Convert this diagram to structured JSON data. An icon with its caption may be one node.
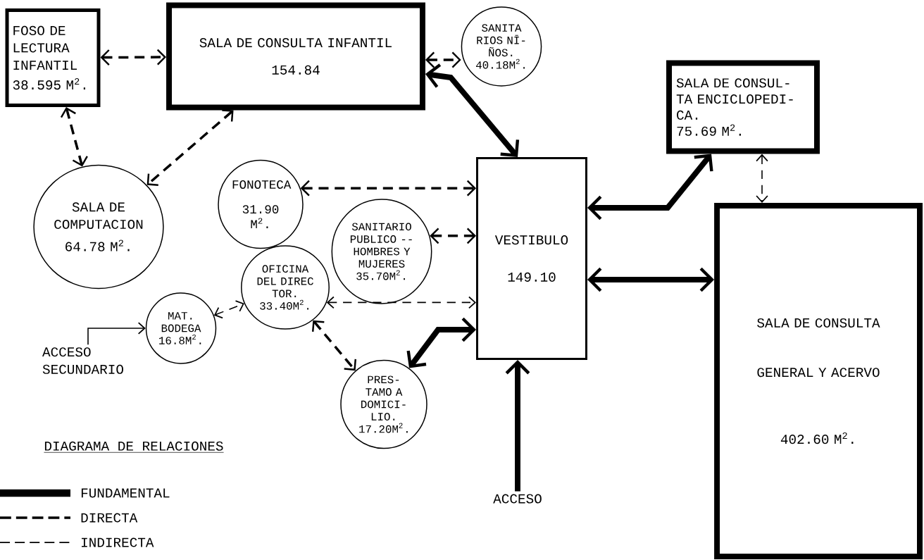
{
  "diagram": {
    "title": "DIAGRAMA DE RELACIONES",
    "nodes": [
      {
        "text": [
          "FOSO DE LECTURA INFANTIL",
          "38.595 M$^{2}$."
        ]
      },
      {
        "text": [
          "SALA DE CONSULTA INFANTIL",
          "154.84"
        ]
      },
      {
        "text": [
          "SANITA RIOS NĪ- ÑOS.",
          "40.18M$^{2}$."
        ]
      },
      {
        "text": [
          "SALA DE CONSUL- TA ENCICLOPEDI- CA.",
          "75.69 M$^{2}$."
        ]
      },
      {
        "text": [
          "SALA DE COMPUTACION",
          "64.78 M$^{2}$."
        ]
      },
      {
        "text": [
          "FONOTECA",
          "31.90 M$^{2}$."
        ]
      },
      {
        "text": [
          "VESTIBULO",
          "149.10"
        ]
      },
      {
        "text": [
          "SANITARIO PUBLICO -- HOMBRES Y MUJERES",
          "35.70M$^{2}$."
        ]
      },
      {
        "text": [
          "OFICINA DEL DIREC TOR.",
          "33.40M$^{2}$."
        ]
      },
      {
        "text": [
          "MAT. BODEGA",
          "16.8M$^{2}$."
        ]
      },
      {
        "text": [
          "ACCESO SECUNDARIO"
        ]
      },
      {
        "text": [
          "PRES- TAMO A DOMICI- LIO.",
          "17.20M$^{2}$."
        ]
      },
      {
        "text": [
          "ACCESO"
        ]
      },
      {
        "text": [
          "SALA DE CONSULTA GENERAL Y ACERVO",
          "402.60 M$^{2}$."
        ]
      }
    ],
    "edges": [
      {
        "from": 0,
        "to": 1,
        "arrow": "both",
        "style": "dashed"
      },
      {
        "from": 0,
        "to": 4,
        "arrow": "both",
        "style": "dashed"
      },
      {
        "from": 1,
        "to": 4,
        "arrow": "both",
        "style": "dashed"
      },
      {
        "from": 1,
        "to": 2,
        "arrow": "both",
        "style": "dashed"
      },
      {
        "from": 1,
        "to": 6,
        "arrow": "both",
        "style": "thick"
      },
      {
        "from": 5,
        "to": 6,
        "arrow": "both",
        "style": "dashed"
      },
      {
        "from": 7,
        "to": 6,
        "arrow": "both",
        "style": "dashed"
      },
      {
        "from": 8,
        "to": 6,
        "arrow": "both",
        "style": "dashed"
      },
      {
        "from": 8,
        "to": 11,
        "arrow": "both",
        "style": "dashed"
      },
      {
        "from": 9,
        "to": 8,
        "arrow": "both",
        "style": "dashed"
      },
      {
        "from": 10,
        "to": 9,
        "arrow": "to"
      },
      {
        "from": 6,
        "to": 11,
        "arrow": "both",
        "style": "thick"
      },
      {
        "from": 12,
        "to": 6,
        "arrow": "to",
        "style": "thick"
      },
      {
        "from": 6,
        "to": 3,
        "arrow": "both",
        "style": "thick"
      },
      {
        "from": 6,
        "to": 13,
        "arrow": "both",
        "style": "thick"
      },
      {
        "from": 3,
        "to": 13,
        "arrow": "both",
        "style": "dashed"
      }
    ],
    "legend": [
      {
        "text": "FUNDAMENTAL"
      },
      {
        "text": "DIRECTA"
      },
      {
        "text": "INDIRECTA"
      }
    ]
  }
}
